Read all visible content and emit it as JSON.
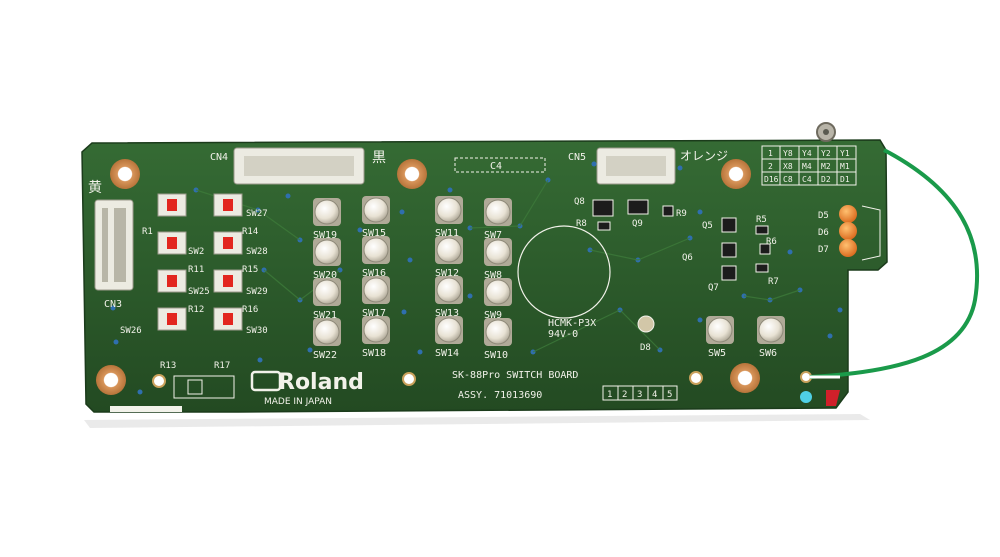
{
  "board": {
    "logo": "Roland",
    "made_in": "MADE IN JAPAN",
    "title": "SK-88Pro SWITCH BOARD",
    "assy": "ASSY. 71013690",
    "revisions": [
      "1",
      "2",
      "3",
      "4",
      "5"
    ],
    "cert": "HCMK-P3X",
    "cert2": "94V-0"
  },
  "connectors": {
    "cn3": "CN3",
    "cn4": "CN4",
    "cn5": "CN5",
    "cn3_jp": "黄",
    "cn4_jp": "黒",
    "cn5_jp": "オレンジ",
    "c4": "C4"
  },
  "left_switches": [
    {
      "sw": "SW27",
      "r": "R1"
    },
    {
      "sw": "SW28",
      "r": "R14"
    },
    {
      "sw": "SW29",
      "r": "R15"
    },
    {
      "sw": "SW30",
      "r": "R16"
    },
    {
      "sw": "SW2",
      "r": "R11"
    },
    {
      "sw": "SW25",
      "r": "R12"
    },
    {
      "sw": "SW26",
      "r": "R13"
    },
    {
      "sw": "R17",
      "r": ""
    }
  ],
  "buttons": {
    "col1": [
      "SW19",
      "SW20",
      "SW21",
      "SW22"
    ],
    "col2": [
      "SW15",
      "SW16",
      "SW17",
      "SW18"
    ],
    "col3": [
      "SW11",
      "SW12",
      "SW13",
      "SW14"
    ],
    "col4": [
      "SW7",
      "SW8",
      "SW9",
      "SW10"
    ],
    "right": [
      "SW5",
      "SW6"
    ]
  },
  "components": {
    "q": [
      "Q8",
      "Q9",
      "Q5",
      "Q6",
      "Q7"
    ],
    "r": [
      "R8",
      "R9",
      "R5",
      "R6",
      "R7"
    ],
    "d": [
      "D8",
      "D5",
      "D6",
      "D7"
    ]
  },
  "grid": {
    "rows": [
      [
        "1",
        "Y8",
        "Y4",
        "Y2",
        "Y1"
      ],
      [
        "2",
        "X8",
        "M4",
        "M2",
        "M1"
      ],
      [
        "D16",
        "C8",
        "C4",
        "D2",
        "D1"
      ]
    ]
  },
  "colors": {
    "pcb": "#2c5a2b",
    "silk": "#f2f2ea",
    "pad": "#c9803f",
    "wire": "#1a9a4a"
  }
}
